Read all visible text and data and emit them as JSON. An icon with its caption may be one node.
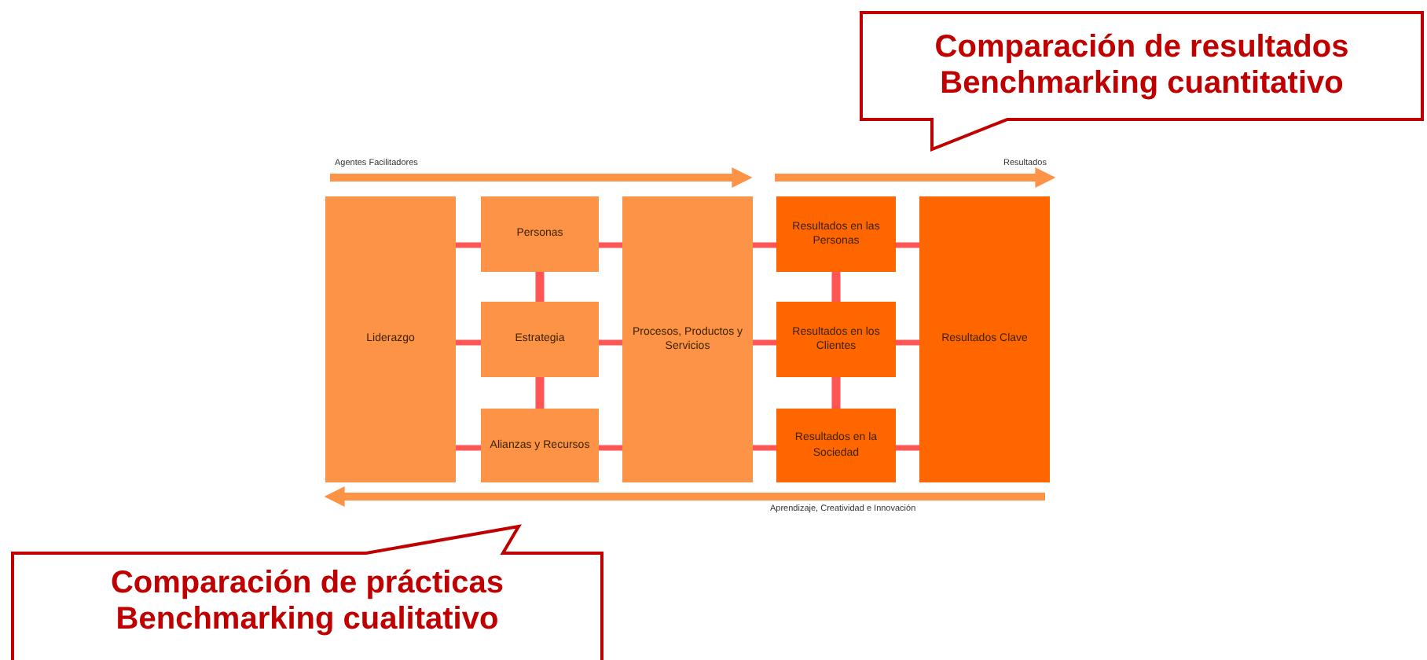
{
  "diagram": {
    "nodes": [
      {
        "text": [
          "Liderazgo"
        ]
      },
      {
        "text": [
          "Personas"
        ]
      },
      {
        "text": [
          "Estrategia"
        ]
      },
      {
        "text": [
          "Alianzas y Recursos"
        ]
      },
      {
        "text": [
          "Procesos, Productos y Servicios"
        ]
      },
      {
        "text": [
          "Resultados en las Personas"
        ]
      },
      {
        "text": [
          "Resultados en los Clientes"
        ]
      },
      {
        "text": [
          "Resultados en la Sociedad"
        ]
      },
      {
        "text": [
          "Resultados Clave"
        ]
      },
      {
        "text": [
          "Comparación de resultados",
          "Benchmarking cuantitativo"
        ]
      },
      {
        "text": [
          "Comparación de prácticas",
          "Benchmarking cualitativo"
        ]
      }
    ],
    "edges": [
      {
        "from": 0,
        "to": 1,
        "arrow": "none"
      },
      {
        "from": 0,
        "to": 2,
        "arrow": "none"
      },
      {
        "from": 0,
        "to": 3,
        "arrow": "none"
      },
      {
        "from": 1,
        "to": 2,
        "arrow": "none"
      },
      {
        "from": 2,
        "to": 3,
        "arrow": "none"
      },
      {
        "from": 1,
        "to": 4,
        "arrow": "none"
      },
      {
        "from": 2,
        "to": 4,
        "arrow": "none"
      },
      {
        "from": 3,
        "to": 4,
        "arrow": "none"
      },
      {
        "from": 4,
        "to": 5,
        "arrow": "none"
      },
      {
        "from": 4,
        "to": 6,
        "arrow": "none"
      },
      {
        "from": 4,
        "to": 7,
        "arrow": "none"
      },
      {
        "from": 5,
        "to": 6,
        "arrow": "none"
      },
      {
        "from": 6,
        "to": 7,
        "arrow": "none"
      },
      {
        "from": 5,
        "to": 8,
        "arrow": "none"
      },
      {
        "from": 6,
        "to": 8,
        "arrow": "none"
      },
      {
        "from": 7,
        "to": 8,
        "arrow": "none"
      }
    ],
    "labels": [
      "Agentes Facilitadores",
      "Resultados",
      "Aprendizaje, Creatividad e Innovación"
    ]
  }
}
